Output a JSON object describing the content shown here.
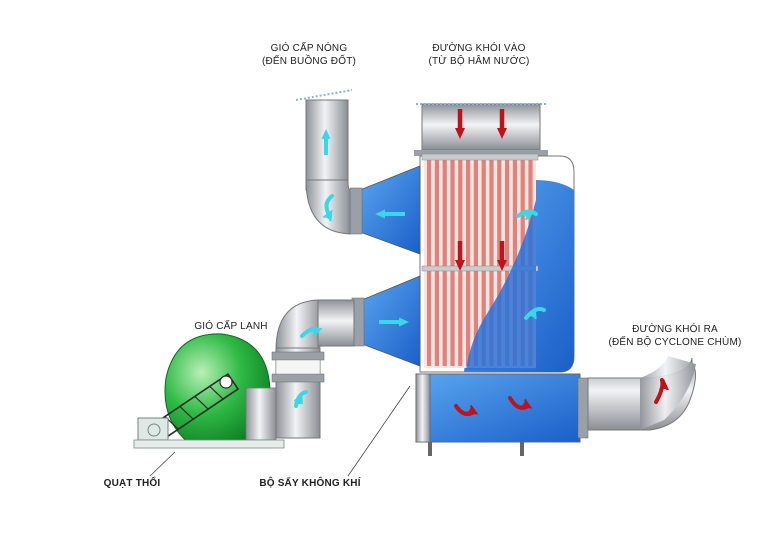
{
  "labels": {
    "hot_air": {
      "line1": "GIÓ CẤP NÓNG",
      "line2": "(ĐẾN BUỒNG ĐỐT)"
    },
    "flue_in": {
      "line1": "ĐƯỜNG KHÓI VÀO",
      "line2": "(TỪ BỘ HÂM NƯỚC)"
    },
    "cold_air": "GIÓ CẤP LẠNH",
    "flue_out": {
      "line1": "ĐƯỜNG KHÓI RA",
      "line2": "(ĐẾN BỘ CYCLONE CHÙM)"
    },
    "fan": "QUẠT THỔI",
    "air_heater": "BỘ SẤY KHÔNG KHÍ"
  },
  "colors": {
    "duct_blue": "#1f6fd6",
    "tube_red": "#d9706a",
    "flue_arrow": "#c0121a",
    "air_arrow": "#3ad7e8",
    "fan_green": "#19a634",
    "metal": "#b9bcc2"
  }
}
